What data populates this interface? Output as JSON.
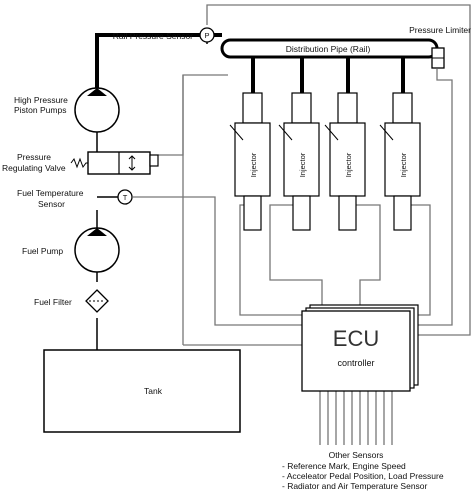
{
  "labels": {
    "rail_pressure_sensor": "Rail Pressure Sensor",
    "pressure_sensor_symbol": "P",
    "pressure_limiter": "Pressure Limiter",
    "distribution_pipe": "Distribution Pipe (Rail)",
    "hp_pumps_line1": "High Pressure",
    "hp_pumps_line2": "Piston Pumps",
    "regulating_valve_line1": "Pressure",
    "regulating_valve_line2": "Regulating Valve",
    "fuel_temp_line1": "Fuel Temperature",
    "fuel_temp_line2": "Sensor",
    "temp_sensor_symbol": "T",
    "fuel_pump": "Fuel Pump",
    "fuel_filter": "Fuel Filter",
    "tank": "Tank",
    "ecu": "ECU",
    "controller": "controller",
    "injector": "Injector",
    "other_sensors_title": "Other Sensors",
    "other_sensors_items": [
      "- Reference Mark, Engine Speed",
      "- Acceleator Pedal Position, Load Pressure",
      "- Radiator and Air Temperature Sensor"
    ]
  },
  "colors": {
    "fuel_line": "#000000",
    "signal_line": "#777777",
    "ecu_fill": "#ffffff",
    "ecu_text": "#333333"
  }
}
